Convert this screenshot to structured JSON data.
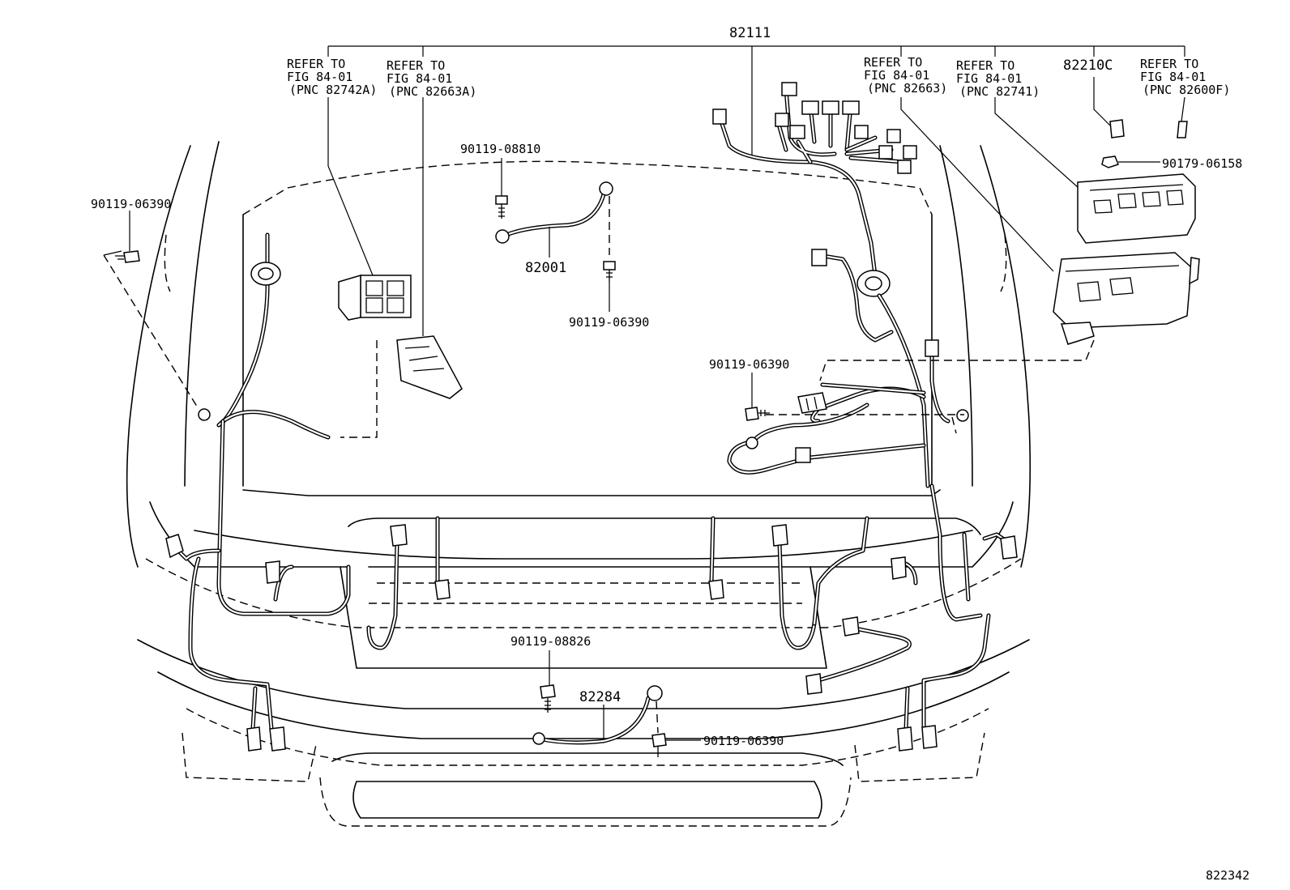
{
  "main_part": "82111",
  "refs": {
    "r1": {
      "l1": "REFER TO",
      "l2": "FIG 84-01",
      "l3": "(PNC 82742A)"
    },
    "r2": {
      "l1": "REFER TO",
      "l2": "FIG 84-01",
      "l3": "(PNC 82663A)"
    },
    "r3": {
      "l1": "REFER TO",
      "l2": "FIG 84-01",
      "l3": "(PNC 82663)"
    },
    "r4": {
      "l1": "REFER TO",
      "l2": "FIG 84-01",
      "l3": "(PNC 82741)"
    },
    "r5": {
      "l1": "REFER TO",
      "l2": "FIG 84-01",
      "l3": "(PNC 82600F)"
    }
  },
  "parts": {
    "p82210c": "82210C",
    "p90179": "90179-06158",
    "p90119_08810": "90119-08810",
    "p82001": "82001",
    "p90119_06390_mid": "90119-06390",
    "p90119_06390_left": "90119-06390",
    "p90119_06390_right": "90119-06390",
    "p90119_08826": "90119-08826",
    "p82284": "82284",
    "p90119_06390_bottom": "90119-06390"
  },
  "figure_id": "822342"
}
